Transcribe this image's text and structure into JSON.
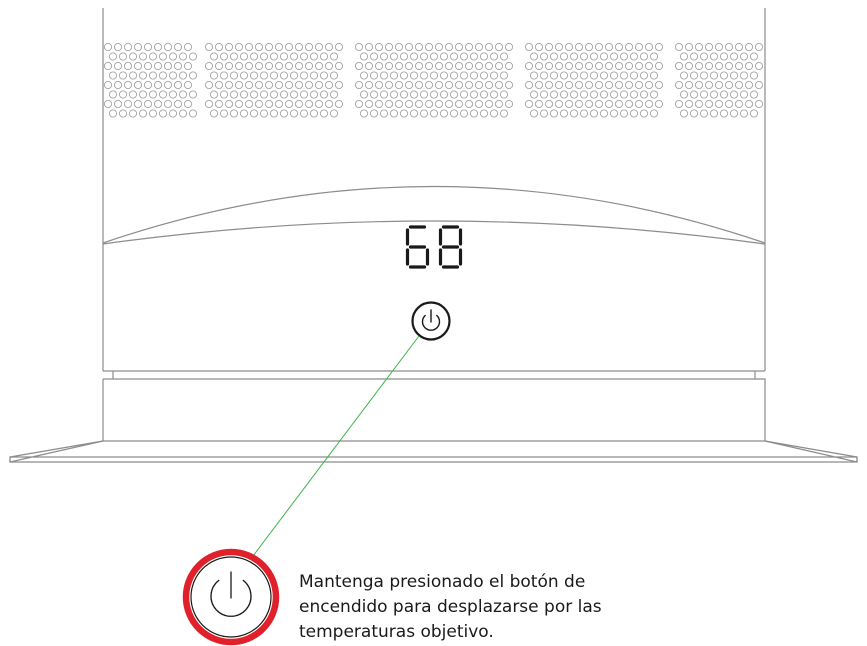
{
  "display": {
    "temperature_reading": "68"
  },
  "callout": {
    "lines": [
      "Mantenga presionado el botón de",
      "encendido para desplazarse por las",
      "temperaturas objetivo."
    ]
  },
  "colors": {
    "outline": "#8c8c8c",
    "leader_line": "#3cb44b",
    "highlight_ring": "#e0202a",
    "digit": "#1a1a1a"
  },
  "icons": {
    "device_button": "power-icon",
    "callout_button": "power-icon"
  }
}
